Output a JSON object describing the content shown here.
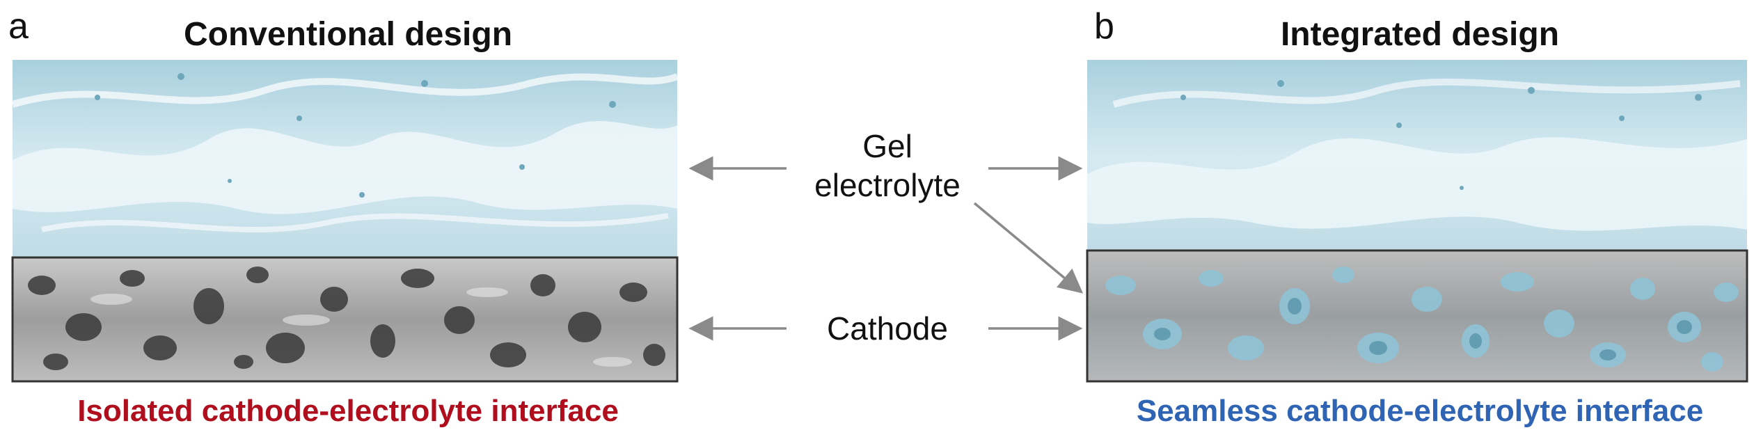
{
  "panels": [
    {
      "letter": "a",
      "title": "Conventional design",
      "caption": "Isolated cathode-electrolyte interface",
      "caption_color": "#b00d1d"
    },
    {
      "letter": "b",
      "title": "Integrated design",
      "caption": "Seamless cathode-electrolyte interface",
      "caption_color": "#2f64b5"
    }
  ],
  "labels": {
    "gel_line1": "Gel",
    "gel_line2": "electrolyte",
    "cathode": "Cathode"
  },
  "colors": {
    "gel": "#bcdbe6",
    "cathode": "#9a9a9a",
    "arrow": "#8a8a8a"
  }
}
